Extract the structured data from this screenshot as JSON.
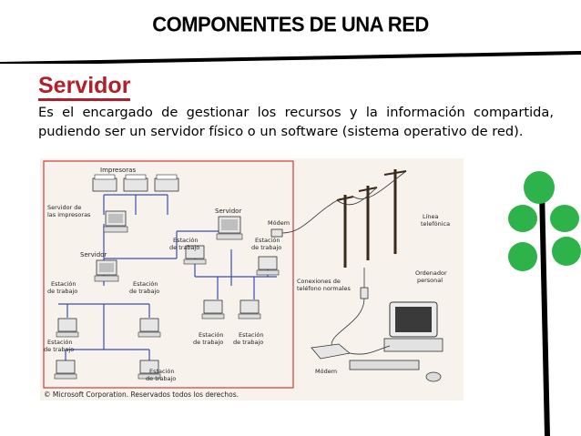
{
  "slide": {
    "title": "COMPONENTES DE UNA RED",
    "section_heading": "Servidor",
    "paragraph": "Es el encargado de gestionar los recursos y la información compartida, pudiendo ser un servidor físico o un software (sistema operativo de red)."
  },
  "diagram": {
    "labels": {
      "printers": "Impresoras",
      "print_server_line1": "Servidor de",
      "print_server_line2": "las impresoras",
      "server_left": "Servidor",
      "server_center": "Servidor",
      "modem_top": "Módem",
      "workstation": "Estación",
      "workstation_sub": "de trabajo",
      "phone_line1": "Línea",
      "phone_line2": "telefónica",
      "phone_conn1": "Conexiones de",
      "phone_conn2": "teléfono normales",
      "pc1": "Ordenador",
      "pc2": "personal",
      "modem_bottom": "Módem"
    },
    "copyright": "© Microsoft Corporation. Reservados todos los derechos."
  },
  "colors": {
    "title_text": "#000000",
    "heading_red": "#b01f2a",
    "tree_green": "#2db34a",
    "tree_trunk": "#000000",
    "lan_border": "#d23a3a",
    "lan_cable": "#3c4bb5"
  }
}
